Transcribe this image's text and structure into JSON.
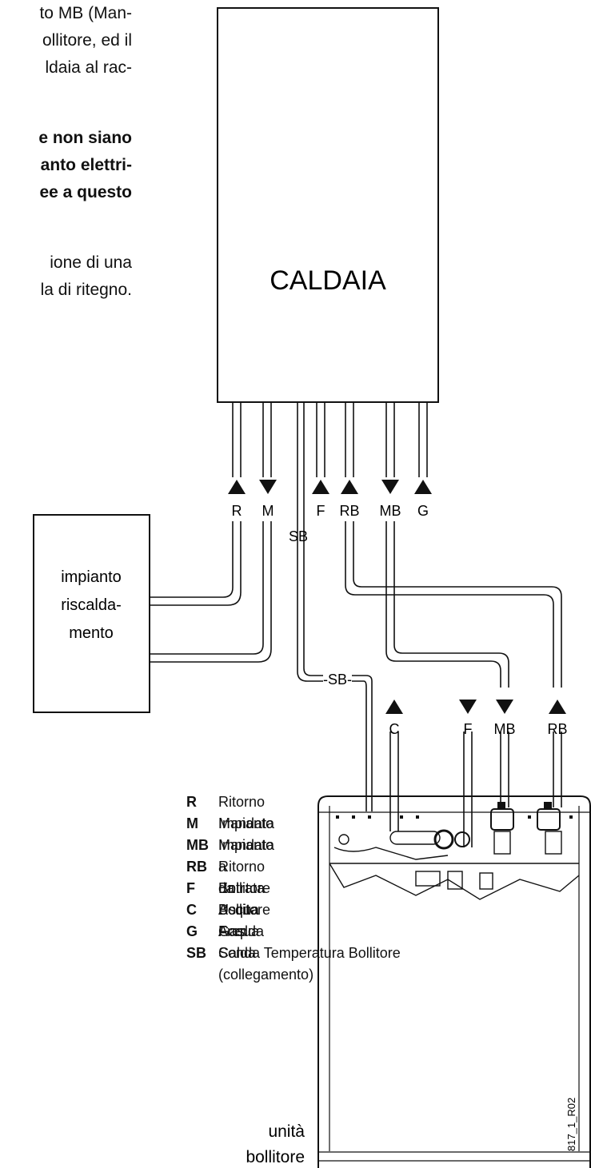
{
  "text_paragraphs": [
    {
      "text": "to MB (Man-",
      "bold": false
    },
    {
      "text": "ollitore, ed il",
      "bold": false
    },
    {
      "text": "ldaia al rac-",
      "bold": false
    },
    {
      "text": "e non siano",
      "bold": true
    },
    {
      "text": "anto elettri-",
      "bold": true
    },
    {
      "text": "ee a questo",
      "bold": true
    },
    {
      "text": "ione di una",
      "bold": false
    },
    {
      "text": "la di ritegno.",
      "bold": false
    }
  ],
  "boiler_label": "CALDAIA",
  "heating_label": [
    "impianto",
    "riscalda-",
    "mento"
  ],
  "top_connection_labels": [
    "R",
    "M",
    "F",
    "RB",
    "MB",
    "G"
  ],
  "sb_label": "SB",
  "sb_pipe_label": "-SB-",
  "tank_connection_labels": [
    "C",
    "F",
    "MB",
    "RB"
  ],
  "unit_label": [
    "unità",
    "bollitore"
  ],
  "drawing_code": "817_1_R02",
  "legend": [
    {
      "code": "R",
      "desc": "Ritorno Impianto"
    },
    {
      "code": "M",
      "desc": "Mandata Impianto"
    },
    {
      "code": "MB",
      "desc": "Mandata a Bollitore"
    },
    {
      "code": "RB",
      "desc": "Ritorno da Bollitore"
    },
    {
      "code": "F",
      "desc": "Entrata Acqua Fredda"
    },
    {
      "code": "C",
      "desc": "Uscita Acqua Calda"
    },
    {
      "code": "G",
      "desc": "Gas"
    },
    {
      "code": "SB",
      "desc": "Sonda Temperatura Bollitore (collegamento)"
    }
  ]
}
